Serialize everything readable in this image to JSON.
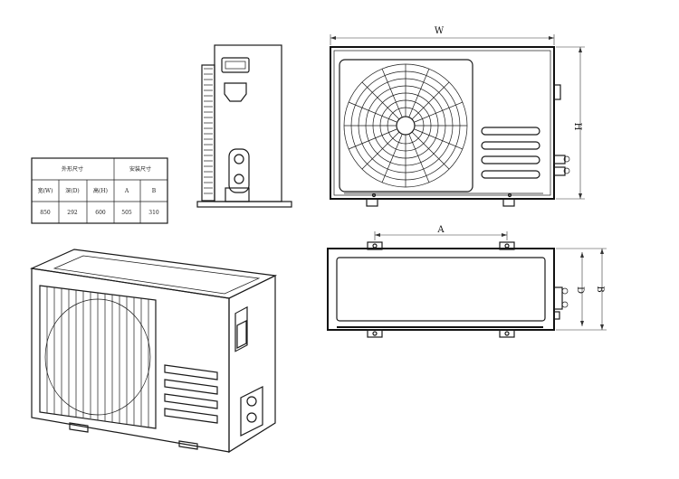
{
  "dimensions": {
    "width_label": "W",
    "height_label": "H",
    "spacing_label": "A",
    "depth_label": "D",
    "mount_label": "B"
  },
  "spec_table": {
    "group_outer": "外形尺寸",
    "group_install": "安装尺寸",
    "headers": [
      "宽(W)",
      "深(D)",
      "高(H)",
      "A",
      "B"
    ],
    "values": [
      "850",
      "292",
      "600",
      "505",
      "310"
    ]
  }
}
